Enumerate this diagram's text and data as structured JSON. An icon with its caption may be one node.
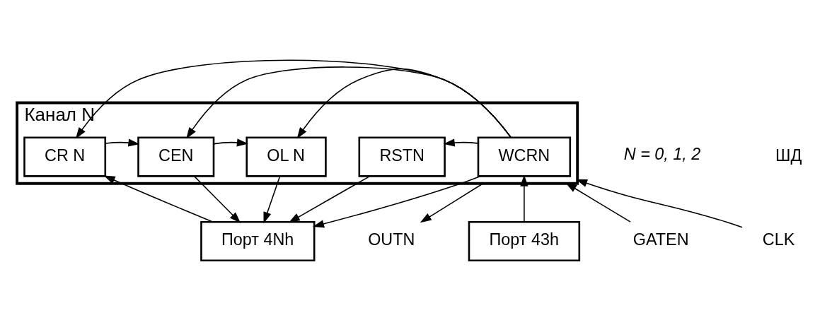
{
  "diagram": {
    "nodes": [
      {
        "text": [
          "Канал N"
        ]
      },
      {
        "text": [
          "CR N"
        ],
        "in": 0
      },
      {
        "text": [
          "CEN"
        ],
        "in": 0
      },
      {
        "text": [
          "OL N"
        ],
        "in": 0
      },
      {
        "text": [
          "RSTN"
        ],
        "in": 0
      },
      {
        "text": [
          "WCRN"
        ],
        "in": 0
      },
      {
        "text": [
          "Порт 4Nh"
        ]
      },
      {
        "text": [
          "Порт 43h"
        ]
      },
      {
        "text": [
          "OUTN"
        ]
      },
      {
        "text": [
          "GATEN"
        ]
      },
      {
        "text": [
          "CLK"
        ]
      }
    ],
    "edges": [
      {
        "from": 5,
        "to": 1,
        "arrow": "to"
      },
      {
        "from": 5,
        "to": 2,
        "arrow": "to"
      },
      {
        "from": 5,
        "to": 3,
        "arrow": "to"
      },
      {
        "from": 5,
        "to": 4,
        "arrow": "to"
      },
      {
        "from": 1,
        "to": 2,
        "arrow": "to"
      },
      {
        "from": 2,
        "to": 3,
        "arrow": "to"
      },
      {
        "from": 2,
        "to": 6,
        "arrow": "to"
      },
      {
        "from": 3,
        "to": 6,
        "arrow": "to"
      },
      {
        "from": 4,
        "to": 6,
        "arrow": "to"
      },
      {
        "from": 5,
        "to": 6,
        "arrow": "to"
      },
      {
        "from": 6,
        "to": 1,
        "arrow": "to"
      },
      {
        "from": 7,
        "to": 5,
        "arrow": "to"
      },
      {
        "from": 0,
        "to": 8,
        "arrow": "to"
      },
      {
        "from": 9,
        "to": 0,
        "arrow": "to"
      },
      {
        "from": 10,
        "to": 0,
        "arrow": "to"
      }
    ],
    "labels": [
      "N = 0, 1, 2",
      "ШД"
    ]
  }
}
